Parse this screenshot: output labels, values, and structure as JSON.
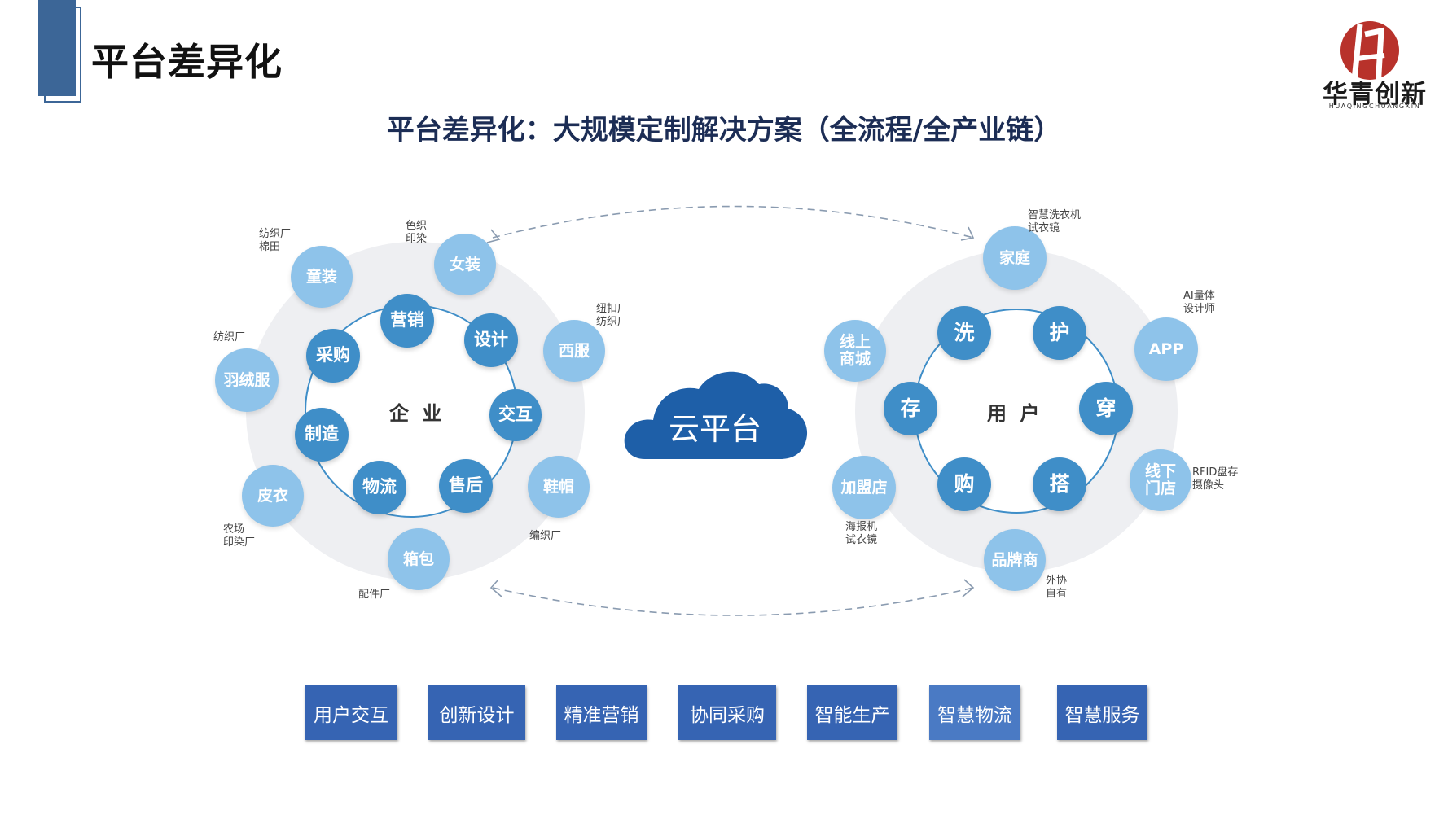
{
  "header": {
    "title": "平台差异化",
    "subtitle": "平台差异化：大规模定制解决方案（全流程/全产业链）"
  },
  "logo": {
    "text": "华青创新",
    "subtext": "HUAQINGCHUANGXIN"
  },
  "colors": {
    "accent": "#3c6697",
    "outer_node": "#8ec3ea",
    "inner_node": "#3f8ec8",
    "button": "#3664b3",
    "cloud": "#1e5fa8"
  },
  "cloud": {
    "label": "云平台"
  },
  "enterprise": {
    "center": "企 业",
    "inner": [
      "营销",
      "设计",
      "交互",
      "售后",
      "物流",
      "制造",
      "采购"
    ],
    "outer": [
      "女装",
      "西服",
      "鞋帽",
      "箱包",
      "皮衣",
      "羽绒服",
      "童装"
    ],
    "notes": {
      "nuzhuang": "色织\n印染",
      "xifu": "纽扣厂\n纺织厂",
      "xiemao": "编织厂",
      "xiangbao": "配件厂",
      "piyi": "农场\n印染厂",
      "yurongfu": "纺织厂",
      "tongzhuang": "纺织厂\n棉田"
    }
  },
  "user": {
    "center": "用 户",
    "inner": [
      "洗",
      "护",
      "穿",
      "搭",
      "购",
      "存"
    ],
    "outer": [
      "家庭",
      "APP",
      "线下\n门店",
      "品牌商",
      "加盟店",
      "线上\n商城"
    ],
    "notes": {
      "jiating": "智慧洗衣机\n试衣镜",
      "app": "AI量体\n设计师",
      "xianxia": "RFID盘存\n摄像头",
      "pinpai": "外协\n自有",
      "jiameng": "海报机\n试衣镜"
    }
  },
  "buttons": [
    "用户交互",
    "创新设计",
    "精准营销",
    "协同采购",
    "智能生产",
    "智慧物流",
    "智慧服务"
  ]
}
